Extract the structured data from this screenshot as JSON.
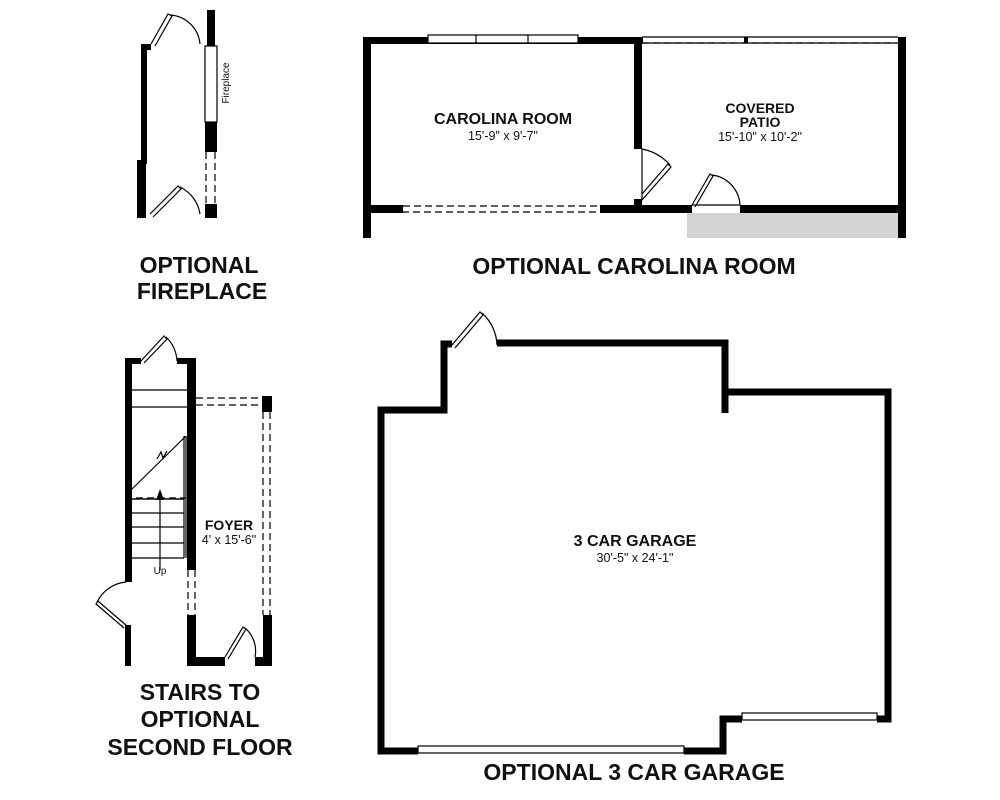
{
  "fireplace": {
    "label": "Fireplace",
    "caption_line1": "OPTIONAL",
    "caption_line2": "FIREPLACE"
  },
  "carolina": {
    "room_name": "CAROLINA ROOM",
    "room_dims": "15'-9\" x 9'-7\"",
    "patio_name_line1": "COVERED",
    "patio_name_line2": "PATIO",
    "patio_dims": "15'-10\" x 10'-2\"",
    "caption": "OPTIONAL CAROLINA ROOM"
  },
  "stairs": {
    "up_label": "Up",
    "foyer_name": "FOYER",
    "foyer_dims": "4' x 15'-6\"",
    "caption_line1": "STAIRS TO",
    "caption_line2": "OPTIONAL",
    "caption_line3": "SECOND FLOOR"
  },
  "garage": {
    "room_name": "3 CAR GARAGE",
    "room_dims": "30'-5\" x 24'-1\"",
    "caption": "OPTIONAL 3 CAR GARAGE"
  },
  "colors": {
    "wall": "#000000",
    "patio_slab": "#d4d2d4"
  }
}
